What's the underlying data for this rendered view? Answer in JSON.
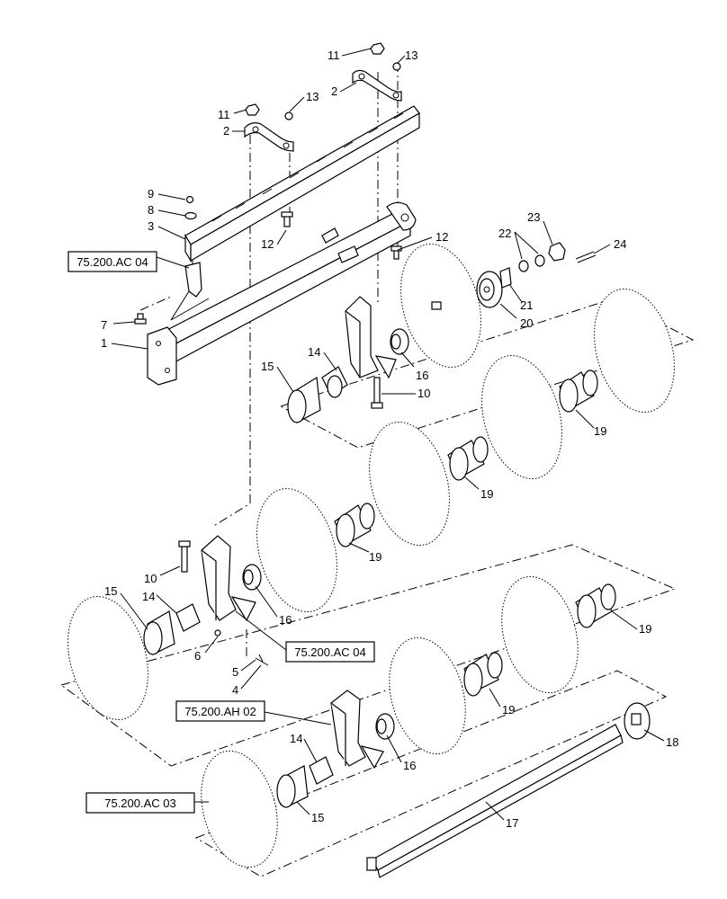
{
  "callouts": [
    {
      "id": "c11a",
      "text": "11"
    },
    {
      "id": "c13a",
      "text": "13"
    },
    {
      "id": "c2a",
      "text": "2"
    },
    {
      "id": "c11b",
      "text": "11"
    },
    {
      "id": "c13b",
      "text": "13"
    },
    {
      "id": "c2b",
      "text": "2"
    },
    {
      "id": "c9",
      "text": "9"
    },
    {
      "id": "c8",
      "text": "8"
    },
    {
      "id": "c3",
      "text": "3"
    },
    {
      "id": "c12a",
      "text": "12"
    },
    {
      "id": "c12b",
      "text": "12"
    },
    {
      "id": "c23",
      "text": "23"
    },
    {
      "id": "c22",
      "text": "22"
    },
    {
      "id": "c24",
      "text": "24"
    },
    {
      "id": "c21",
      "text": "21"
    },
    {
      "id": "c20",
      "text": "20"
    },
    {
      "id": "c7",
      "text": "7"
    },
    {
      "id": "c1",
      "text": "1"
    },
    {
      "id": "c14a",
      "text": "14"
    },
    {
      "id": "c15a",
      "text": "15"
    },
    {
      "id": "c16a",
      "text": "16"
    },
    {
      "id": "c10a",
      "text": "10"
    },
    {
      "id": "c19a",
      "text": "19"
    },
    {
      "id": "c19b",
      "text": "19"
    },
    {
      "id": "c19c",
      "text": "19"
    },
    {
      "id": "c10b",
      "text": "10"
    },
    {
      "id": "c15b",
      "text": "15"
    },
    {
      "id": "c14b",
      "text": "14"
    },
    {
      "id": "c16b",
      "text": "16"
    },
    {
      "id": "c6",
      "text": "6"
    },
    {
      "id": "c5",
      "text": "5"
    },
    {
      "id": "c4",
      "text": "4"
    },
    {
      "id": "c19d",
      "text": "19"
    },
    {
      "id": "c19e",
      "text": "19"
    },
    {
      "id": "c14c",
      "text": "14"
    },
    {
      "id": "c16c",
      "text": "16"
    },
    {
      "id": "c18",
      "text": "18"
    },
    {
      "id": "c15c",
      "text": "15"
    },
    {
      "id": "c17",
      "text": "17"
    }
  ],
  "references": {
    "ref_ac04_top": "75.200.AC 04",
    "ref_ac04_mid": "75.200.AC 04",
    "ref_ah02": "75.200.AH 02",
    "ref_ac03": "75.200.AC 03"
  }
}
